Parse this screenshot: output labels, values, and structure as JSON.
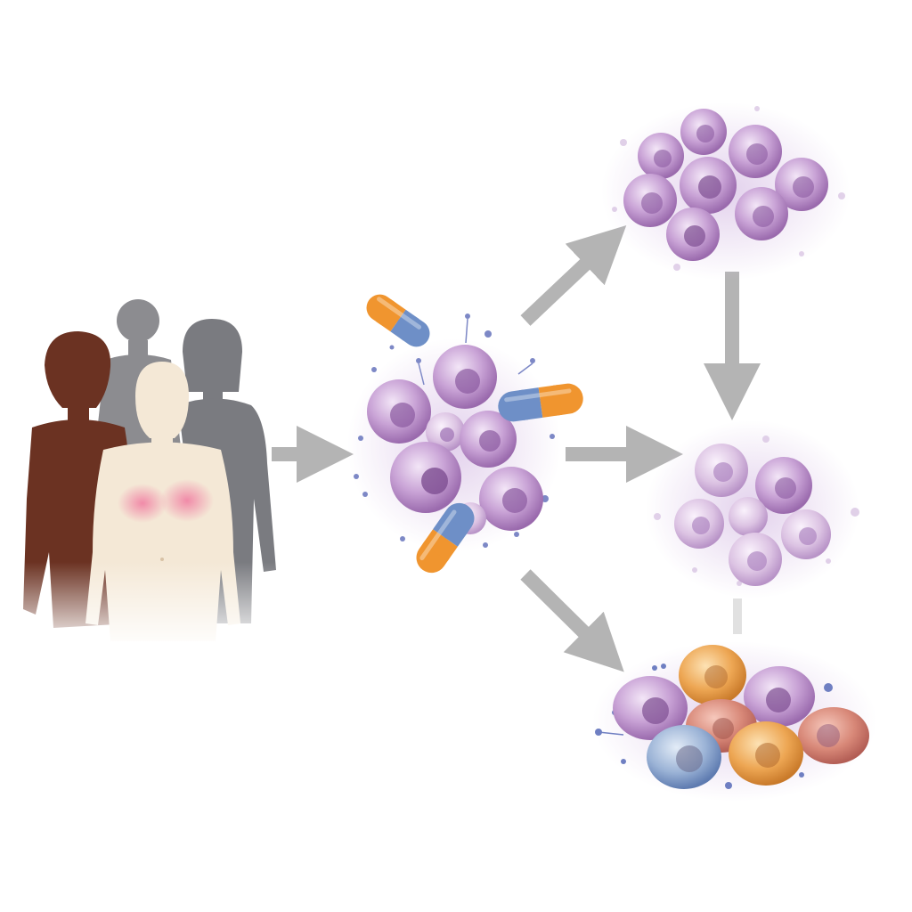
{
  "figure": {
    "background": "#ffffff",
    "people": [
      {
        "name": "woman-dark-skin",
        "color": "#6b3222"
      },
      {
        "name": "man-gray-back",
        "color": "#8c8c90"
      },
      {
        "name": "woman-gray-right",
        "color": "#7a7b80"
      },
      {
        "name": "woman-light-front",
        "color": "#f4e8d6",
        "highlight": "#f07aa0"
      }
    ],
    "cells": {
      "purple": "#a779b6",
      "purple_light": "#dcc3e3",
      "nucleus": "#7d4e91",
      "orange": "#e8a04a",
      "blue": "#7f9bc4",
      "red": "#c96b66"
    },
    "capsules": {
      "orange": "#f0952f",
      "blue": "#6e8fc7"
    },
    "arrows": {
      "color": "#a8a8a8"
    },
    "clusters": [
      {
        "name": "treated-tumor-cluster"
      },
      {
        "name": "responding-cluster-top"
      },
      {
        "name": "stable-cluster-middle"
      },
      {
        "name": "heterogeneous-resistant-cluster"
      }
    ]
  }
}
